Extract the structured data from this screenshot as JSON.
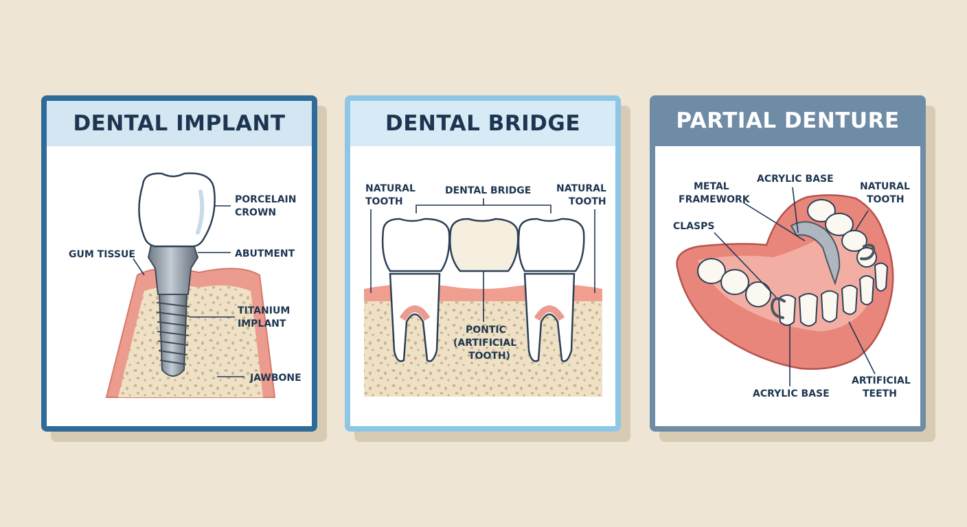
{
  "colors": {
    "background": "#efe5d4",
    "implant_accent": "#2e6b98",
    "bridge_accent": "#8ec6e6",
    "denture_accent": "#6f8ca6",
    "label_text": "#1d3550"
  },
  "panels": {
    "implant": {
      "title": "DENTAL IMPLANT",
      "labels": {
        "crown_1": "PORCELAIN",
        "crown_2": "CROWN",
        "abutment": "ABUTMENT",
        "gum": "GUM TISSUE",
        "implant_1": "TITANIUM",
        "implant_2": "IMPLANT",
        "jawbone": "JAWBONE"
      }
    },
    "bridge": {
      "title": "DENTAL BRIDGE",
      "labels": {
        "natural_left_1": "NATURAL",
        "natural_left_2": "TOOTH",
        "bridge": "DENTAL BRIDGE",
        "natural_right_1": "NATURAL",
        "natural_right_2": "TOOTH",
        "pontic_1": "PONTIC",
        "pontic_2": "(ARTIFICIAL",
        "pontic_3": "TOOTH)"
      }
    },
    "denture": {
      "title": "PARTIAL DENTURE",
      "labels": {
        "metal_1": "METAL",
        "metal_2": "FRAMEWORK",
        "acrylic_top": "ACRYLIC BASE",
        "natural_1": "NATURAL",
        "natural_2": "TOOTH",
        "clasps": "CLASPS",
        "acrylic_bottom": "ACRYLIC BASE",
        "artificial_1": "ARTIFICIAL",
        "artificial_2": "TEETH"
      }
    }
  }
}
